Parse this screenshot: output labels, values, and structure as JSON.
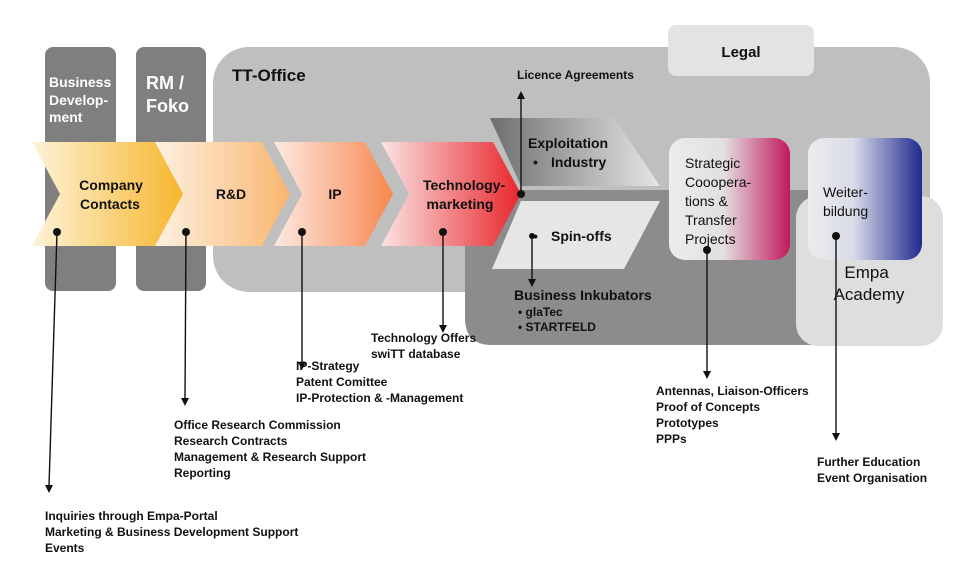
{
  "columns": {
    "business_development": [
      "Business",
      "Develop-",
      "ment"
    ],
    "rm_foko": [
      "RM /",
      "Foko"
    ]
  },
  "regions": {
    "tt_office": "TT-Office",
    "legal": "Legal"
  },
  "chevrons": {
    "company_contacts": [
      "Company",
      "Contacts"
    ],
    "rd": "R&D",
    "ip": "IP",
    "technology_marketing": [
      "Technology-",
      "marketing"
    ]
  },
  "exploitation": {
    "title": "Exploitation",
    "industry": "Industry",
    "spinoffs": "Spin-offs",
    "licence": "Licence Agreements",
    "bullet": "•"
  },
  "incubators": {
    "title": "Business Inkubators",
    "items": [
      "• glaTec",
      "• STARTFELD"
    ]
  },
  "strategic": [
    "Strategic",
    "Cooopera-",
    "tions &",
    "Transfer",
    "Projects"
  ],
  "weiterbildung": [
    "Weiter-",
    "bildung"
  ],
  "academy": [
    "Empa",
    "Academy"
  ],
  "notes": {
    "company_contacts": [
      "Inquiries through Empa-Portal",
      "Marketing & Business Development Support",
      "Events"
    ],
    "rd": [
      "Office Research Commission",
      "Research Contracts",
      "Management & Research Support",
      "Reporting"
    ],
    "ip": [
      "IP-Strategy",
      "Patent Comittee",
      "IP-Protection & -Management"
    ],
    "technology_marketing": [
      "Technology Offers",
      "swiTT database"
    ],
    "strategic": [
      "Antennas, Liaison-Officers",
      "Proof of Concepts",
      "Prototypes",
      "PPPs"
    ],
    "weiterbildung": [
      "Further Education",
      "Event Organisation"
    ]
  },
  "colors": {
    "dark_gray": "#7f7f7f",
    "mid_gray": "#8c8c8c",
    "light_gray": "#bfbfbf",
    "very_light_gray": "#dedede",
    "orange": "#f7b52c",
    "red": "#e8262b",
    "magenta": "#c2185b",
    "navy": "#1f2a8f"
  }
}
